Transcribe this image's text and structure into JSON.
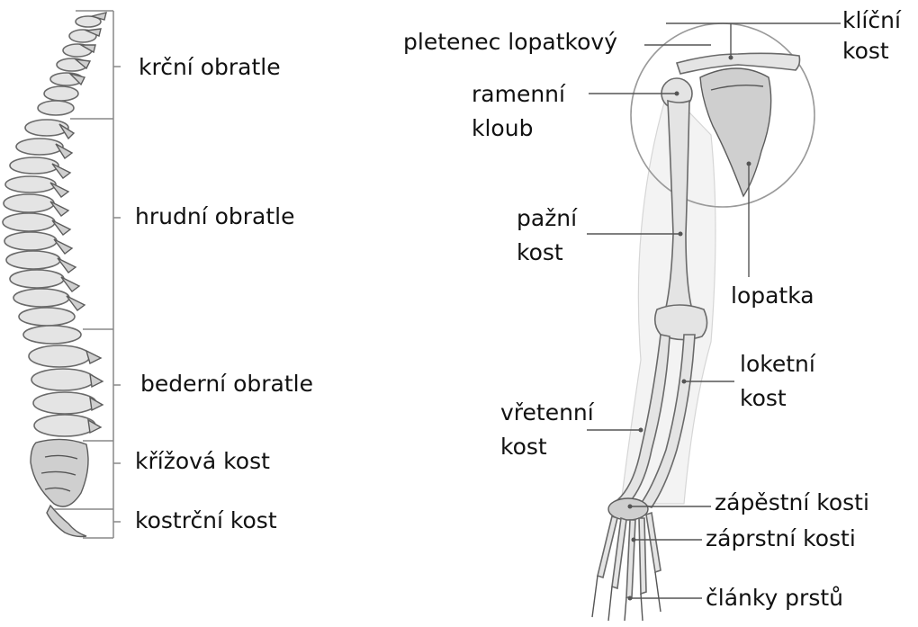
{
  "spine": {
    "labels": {
      "cervical": "krční obratle",
      "thoracic": "hrudní obratle",
      "lumbar": "bederní obratle",
      "sacrum": "křížová kost",
      "coccyx": "kostrční kost"
    }
  },
  "arm": {
    "labels": {
      "shoulder_girdle": "pletenec lopatkový",
      "clavicle_1": "klíční",
      "clavicle_2": "kost",
      "shoulder_joint_1": "ramenní",
      "shoulder_joint_2": "kloub",
      "humerus_1": "pažní",
      "humerus_2": "kost",
      "scapula": "lopatka",
      "ulna_1": "loketní",
      "ulna_2": "kost",
      "radius_1": "vřetenní",
      "radius_2": "kost",
      "carpals": "zápěstní kosti",
      "metacarpals": "záprstní kosti",
      "phalanges": "články prstů"
    }
  },
  "colors": {
    "bone_fill": "#e4e4e4",
    "bone_outline": "#6a6a6a",
    "leader_line": "#555555",
    "text": "#111111"
  }
}
